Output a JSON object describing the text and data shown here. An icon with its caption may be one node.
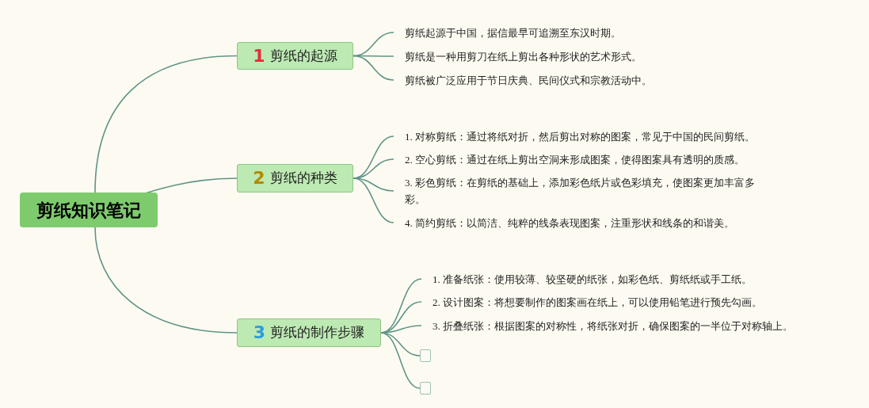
{
  "diagram": {
    "nodes": [
      {
        "text": [
          "剪纸知识笔记"
        ]
      },
      {
        "text": [
          "1",
          "剪纸的起源"
        ]
      },
      {
        "text": [
          "剪纸起源于中国，据信最早可追溯至东汉时期。"
        ]
      },
      {
        "text": [
          "剪纸是一种用剪刀在纸上剪出各种形状的艺术形式。"
        ]
      },
      {
        "text": [
          "剪纸被广泛应用于节日庆典、民间仪式和宗教活动中。"
        ]
      },
      {
        "text": [
          "2",
          "剪纸的种类"
        ]
      },
      {
        "text": [
          "1. 对称剪纸：通过将纸对折，然后剪出对称的图案，常见于中国的民间剪纸。"
        ]
      },
      {
        "text": [
          "2. 空心剪纸：通过在纸上剪出空洞来形成图案，使得图案具有透明的质感。"
        ]
      },
      {
        "text": [
          "3. 彩色剪纸：在剪纸的基础上，添加彩色纸片或色彩填充，使图案更加丰富多彩。"
        ]
      },
      {
        "text": [
          "4. 简约剪纸：以简洁、纯粹的线条表现图案，注重形状和线条的和谐美。"
        ]
      },
      {
        "text": [
          "3",
          "剪纸的制作步骤"
        ]
      },
      {
        "text": [
          "1. 准备纸张：使用较薄、较坚硬的纸张，如彩色纸、剪纸纸或手工纸。"
        ]
      },
      {
        "text": [
          "2. 设计图案：将想要制作的图案画在纸上，可以使用铅笔进行预先勾画。"
        ]
      },
      {
        "text": [
          "3. 折叠纸张：根据图案的对称性，将纸张对折，确保图案的一半位于对称轴上。"
        ]
      },
      {
        "text": [],
        "shape": "box"
      },
      {
        "text": [],
        "shape": "box"
      }
    ],
    "edges": [
      {
        "from": 0,
        "to": 1,
        "arrow": "none"
      },
      {
        "from": 1,
        "to": 2,
        "arrow": "none"
      },
      {
        "from": 1,
        "to": 3,
        "arrow": "none"
      },
      {
        "from": 1,
        "to": 4,
        "arrow": "none"
      },
      {
        "from": 0,
        "to": 5,
        "arrow": "none"
      },
      {
        "from": 5,
        "to": 6,
        "arrow": "none"
      },
      {
        "from": 5,
        "to": 7,
        "arrow": "none"
      },
      {
        "from": 5,
        "to": 8,
        "arrow": "none"
      },
      {
        "from": 5,
        "to": 9,
        "arrow": "none"
      },
      {
        "from": 0,
        "to": 10,
        "arrow": "none"
      },
      {
        "from": 10,
        "to": 11,
        "arrow": "none"
      },
      {
        "from": 10,
        "to": 12,
        "arrow": "none"
      },
      {
        "from": 10,
        "to": 13,
        "arrow": "none"
      },
      {
        "from": 10,
        "to": 14,
        "arrow": "none"
      },
      {
        "from": 10,
        "to": 15,
        "arrow": "none"
      }
    ]
  }
}
